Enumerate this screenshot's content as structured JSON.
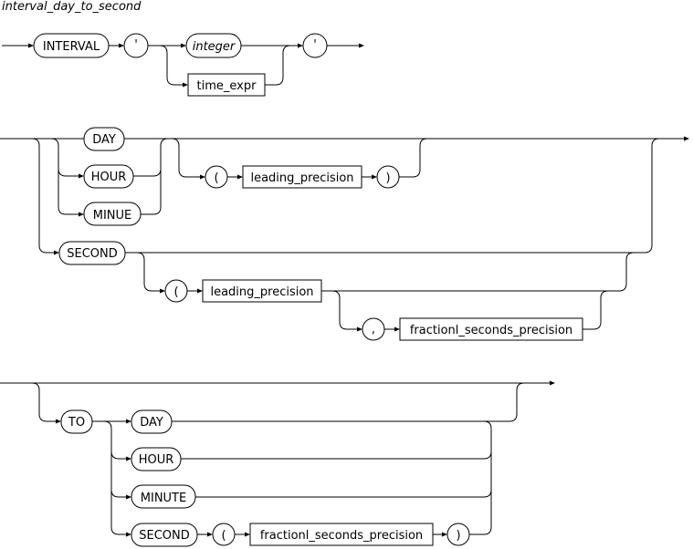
{
  "title": "interval_day_to_second",
  "row1": {
    "interval_kw": "INTERVAL",
    "quote_open": "'",
    "integer": "integer",
    "time_expr": "time_expr",
    "quote_close": "'"
  },
  "row2": {
    "day": "DAY",
    "hour": "HOUR",
    "minue": "MINUE",
    "lparen": "(",
    "leading_precision": "leading_precision",
    "rparen": ")",
    "second": "SECOND",
    "lparen2": "(",
    "leading_precision2": "leading_precision",
    "comma": ",",
    "fractional": "fractionl_seconds_precision"
  },
  "row3": {
    "to": "TO",
    "day": "DAY",
    "hour": "HOUR",
    "minute": "MINUTE",
    "second": "SECOND",
    "lparen": "(",
    "fractional": "fractionl_seconds_precision",
    "rparen": ")"
  }
}
